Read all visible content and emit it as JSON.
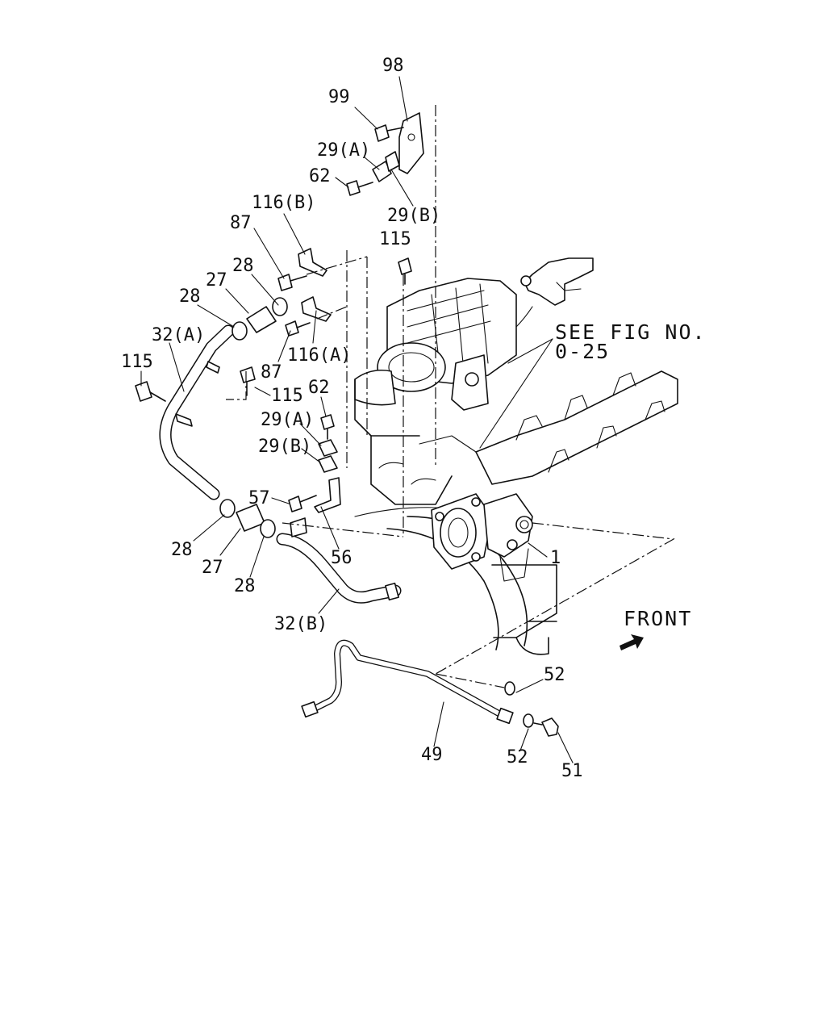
{
  "diagram": {
    "callouts": [
      {
        "id": "98",
        "text": "98"
      },
      {
        "id": "99",
        "text": "99"
      },
      {
        "id": "29a_top",
        "text": "29(A)"
      },
      {
        "id": "62_top",
        "text": "62"
      },
      {
        "id": "29b_top",
        "text": "29(B)"
      },
      {
        "id": "116b",
        "text": "116(B)"
      },
      {
        "id": "87_top",
        "text": "87"
      },
      {
        "id": "115_top",
        "text": "115"
      },
      {
        "id": "28_a",
        "text": "28"
      },
      {
        "id": "27_top",
        "text": "27"
      },
      {
        "id": "28_b",
        "text": "28"
      },
      {
        "id": "32a",
        "text": "32(A)"
      },
      {
        "id": "115_left",
        "text": "115"
      },
      {
        "id": "116a",
        "text": "116(A)"
      },
      {
        "id": "87_mid",
        "text": "87"
      },
      {
        "id": "115_mid",
        "text": "115"
      },
      {
        "id": "62_mid",
        "text": "62"
      },
      {
        "id": "29a_mid",
        "text": "29(A)"
      },
      {
        "id": "29b_mid",
        "text": "29(B)"
      },
      {
        "id": "57",
        "text": "57"
      },
      {
        "id": "28_c",
        "text": "28"
      },
      {
        "id": "27_bot",
        "text": "27"
      },
      {
        "id": "28_d",
        "text": "28"
      },
      {
        "id": "56",
        "text": "56"
      },
      {
        "id": "1",
        "text": "1"
      },
      {
        "id": "32b",
        "text": "32(B)"
      },
      {
        "id": "52_top",
        "text": "52"
      },
      {
        "id": "49",
        "text": "49"
      },
      {
        "id": "52_bot",
        "text": "52"
      },
      {
        "id": "51",
        "text": "51"
      }
    ],
    "see_fig_line1": "SEE FIG NO.",
    "see_fig_line2": "0-25",
    "front_label": "FRONT"
  }
}
